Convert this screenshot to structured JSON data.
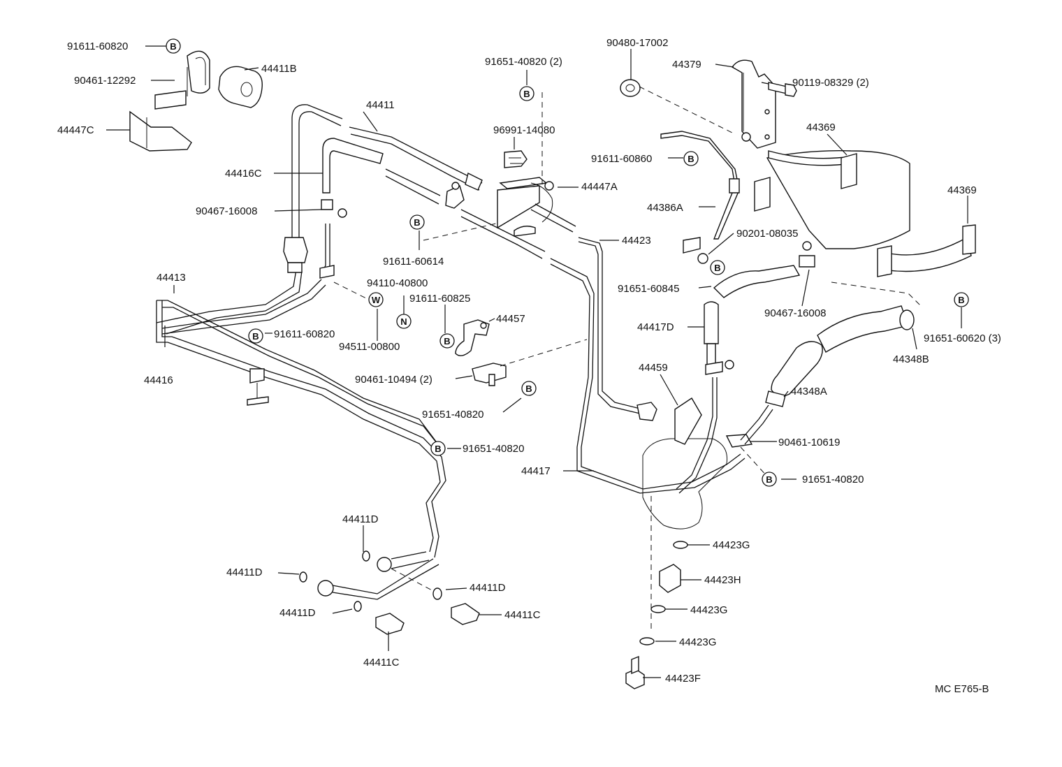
{
  "diagram": {
    "ref_code": "MC E765-B",
    "callouts": [
      {
        "id": "c1",
        "text": "91611-60820"
      },
      {
        "id": "c2",
        "text": "90461-12292"
      },
      {
        "id": "c3",
        "text": "44411B"
      },
      {
        "id": "c4",
        "text": "44447C"
      },
      {
        "id": "c5",
        "text": "44411"
      },
      {
        "id": "c6",
        "text": "44416C"
      },
      {
        "id": "c7",
        "text": "90467-16008"
      },
      {
        "id": "c8",
        "text": "44413"
      },
      {
        "id": "c9",
        "text": "44416"
      },
      {
        "id": "c10",
        "text": "91611-60820"
      },
      {
        "id": "c11",
        "text": "94110-40800"
      },
      {
        "id": "c12",
        "text": "94511-00800"
      },
      {
        "id": "c13",
        "text": "91611-60825"
      },
      {
        "id": "c14",
        "text": "91611-60614"
      },
      {
        "id": "c15",
        "text": "91651-40820 (2)"
      },
      {
        "id": "c16",
        "text": "96991-14080"
      },
      {
        "id": "c17",
        "text": "44447A"
      },
      {
        "id": "c18",
        "text": "44457"
      },
      {
        "id": "c19",
        "text": "90461-10494 (2)"
      },
      {
        "id": "c20",
        "text": "91651-40820"
      },
      {
        "id": "c21",
        "text": "91651-40820"
      },
      {
        "id": "c22",
        "text": "44411D"
      },
      {
        "id": "c23",
        "text": "44411D"
      },
      {
        "id": "c24",
        "text": "44411D"
      },
      {
        "id": "c25",
        "text": "44411D"
      },
      {
        "id": "c26",
        "text": "44411C"
      },
      {
        "id": "c27",
        "text": "44411C"
      },
      {
        "id": "c28",
        "text": "44417"
      },
      {
        "id": "c29",
        "text": "44423"
      },
      {
        "id": "c30",
        "text": "90480-17002"
      },
      {
        "id": "c31",
        "text": "44379"
      },
      {
        "id": "c32",
        "text": "90119-08329 (2)"
      },
      {
        "id": "c33",
        "text": "91611-60860"
      },
      {
        "id": "c34",
        "text": "44386A"
      },
      {
        "id": "c35",
        "text": "90201-08035"
      },
      {
        "id": "c36",
        "text": "91651-60845"
      },
      {
        "id": "c37",
        "text": "44417D"
      },
      {
        "id": "c38",
        "text": "44459"
      },
      {
        "id": "c39",
        "text": "44369"
      },
      {
        "id": "c40",
        "text": "44369"
      },
      {
        "id": "c41",
        "text": "90467-16008"
      },
      {
        "id": "c42",
        "text": "91651-60620 (3)"
      },
      {
        "id": "c43",
        "text": "44348B"
      },
      {
        "id": "c44",
        "text": "44348A"
      },
      {
        "id": "c45",
        "text": "90461-10619"
      },
      {
        "id": "c46",
        "text": "91651-40820"
      },
      {
        "id": "c47",
        "text": "44423G"
      },
      {
        "id": "c48",
        "text": "44423H"
      },
      {
        "id": "c49",
        "text": "44423G"
      },
      {
        "id": "c50",
        "text": "44423G"
      },
      {
        "id": "c51",
        "text": "44423F"
      }
    ],
    "markers": [
      {
        "id": "m1",
        "text": "B"
      },
      {
        "id": "m2",
        "text": "B"
      },
      {
        "id": "m3",
        "text": "B"
      },
      {
        "id": "m4",
        "text": "W"
      },
      {
        "id": "m5",
        "text": "N"
      },
      {
        "id": "m6",
        "text": "B"
      },
      {
        "id": "m7",
        "text": "B"
      },
      {
        "id": "m8",
        "text": "B"
      },
      {
        "id": "m9",
        "text": "B"
      },
      {
        "id": "m10",
        "text": "B"
      },
      {
        "id": "m11",
        "text": "B"
      },
      {
        "id": "m12",
        "text": "B"
      },
      {
        "id": "m13",
        "text": "B"
      }
    ]
  }
}
